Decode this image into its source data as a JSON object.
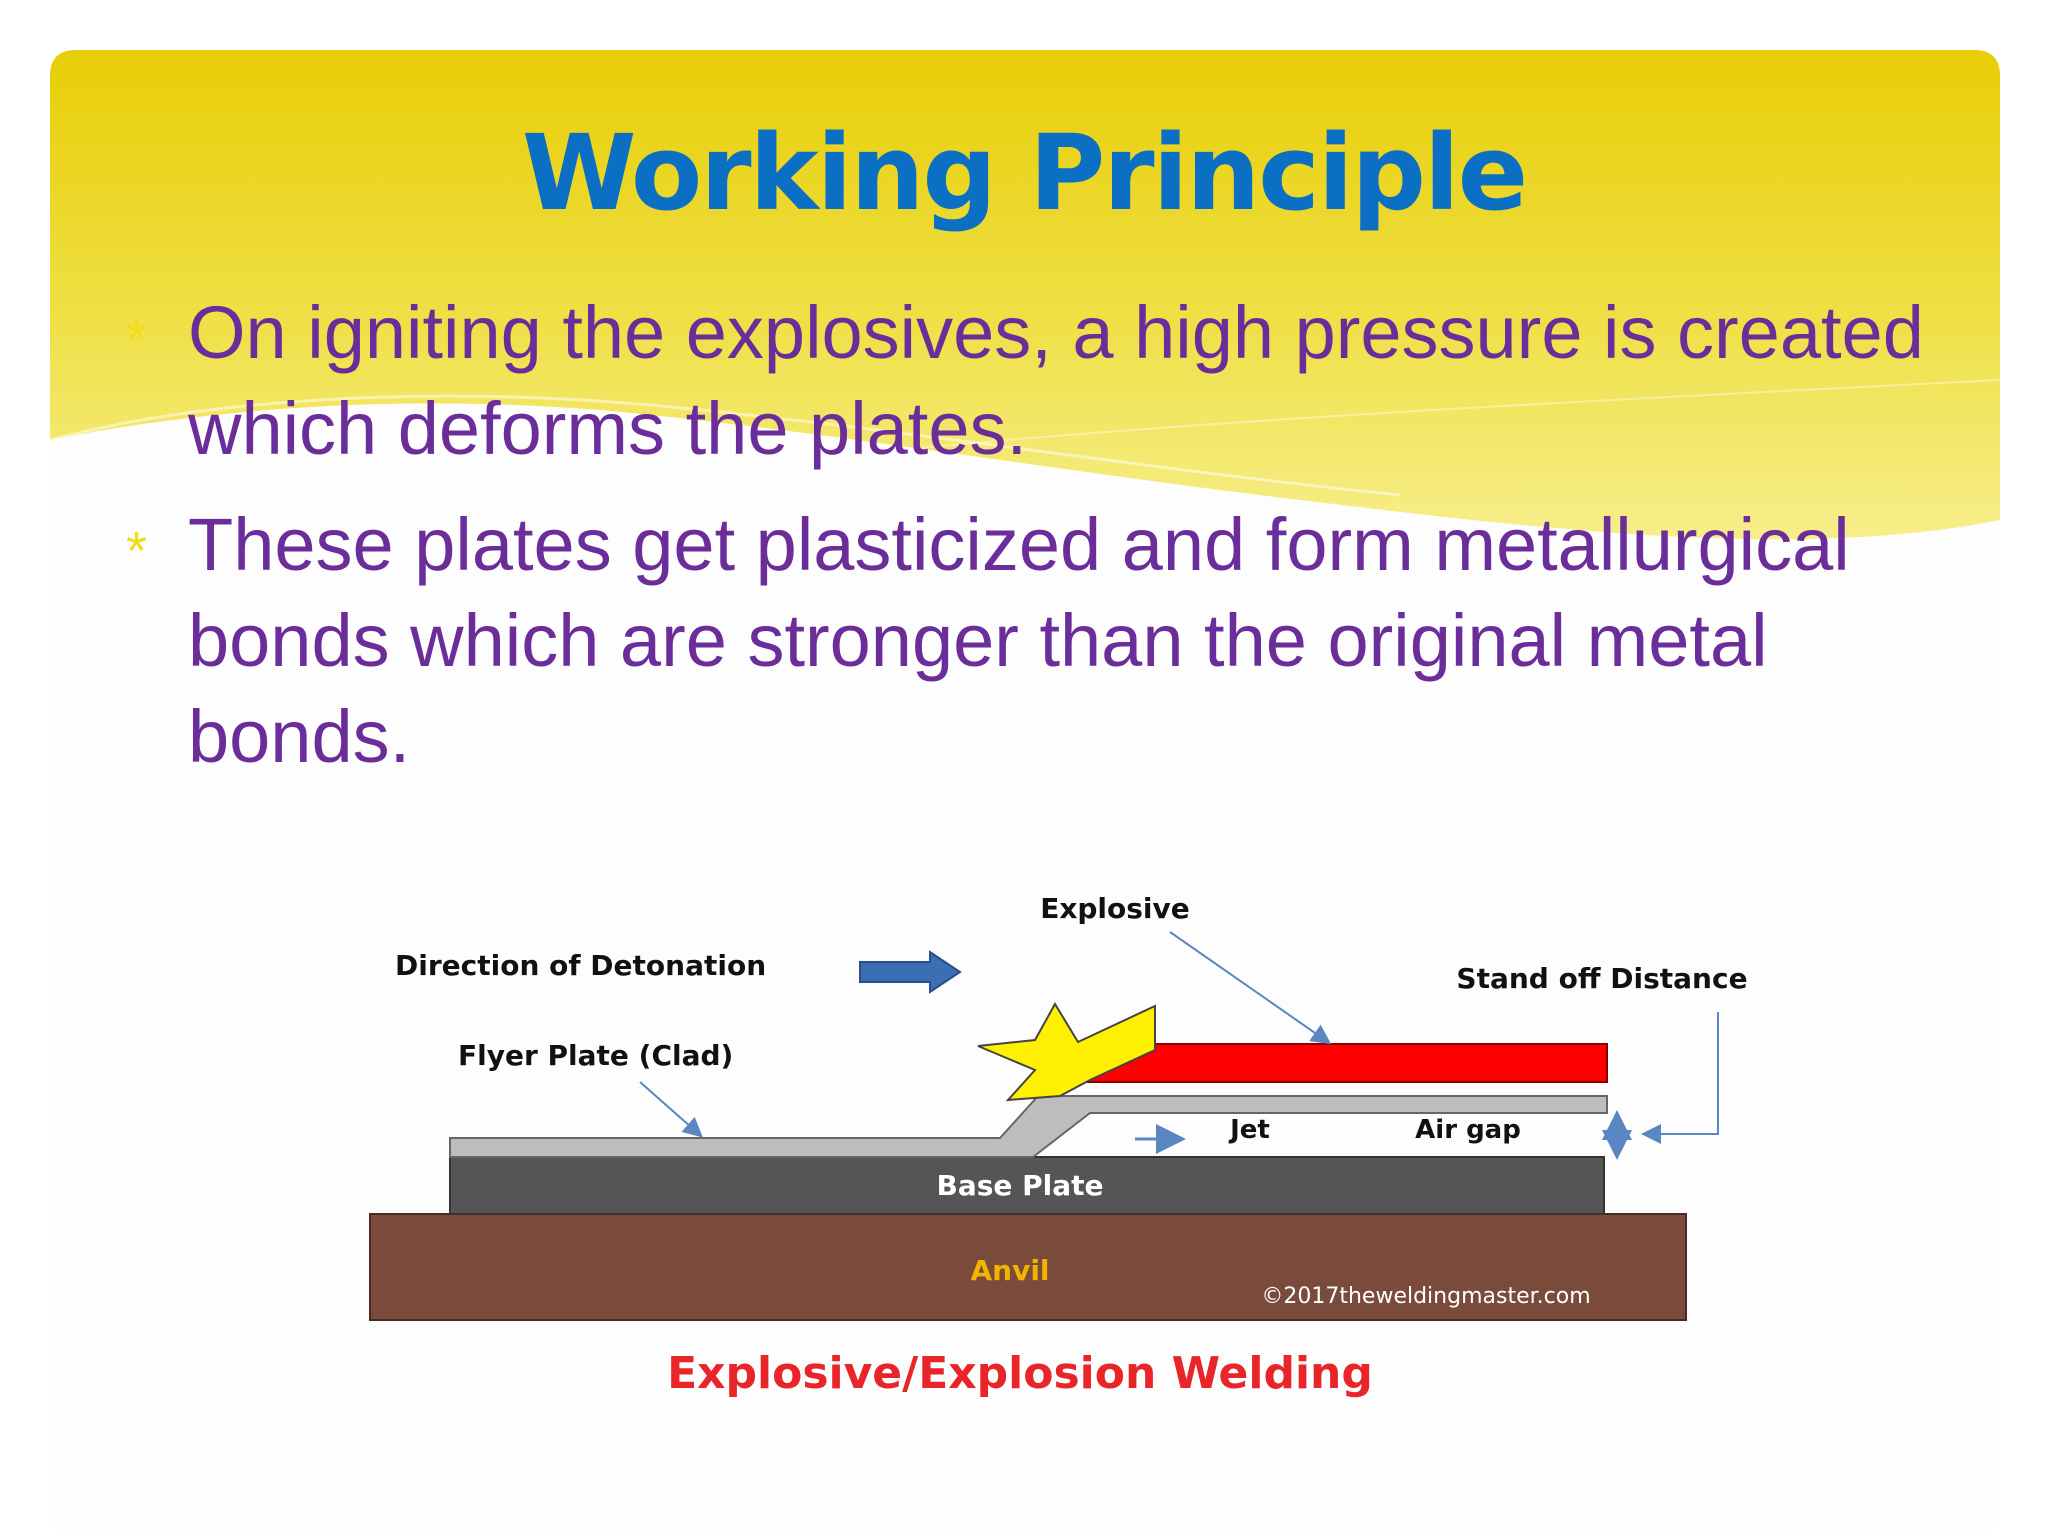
{
  "slide": {
    "title": "Working Principle",
    "bullets": [
      {
        "text": "On igniting the explosives, a high pressure is created which deforms the plates."
      },
      {
        "text": "These plates get plasticized and form metallurgical bonds which are stronger than the original metal bonds."
      }
    ],
    "bullet_marker": "*"
  },
  "diagram": {
    "labels": {
      "direction": "Direction of Detonation",
      "explosive": "Explosive",
      "standoff": "Stand off Distance",
      "flyer": "Flyer Plate (Clad)",
      "jet": "Jet",
      "airgap": "Air gap",
      "base": "Base Plate",
      "anvil": "Anvil",
      "copyright": "©2017theweldingmaster.com"
    },
    "caption": "Explosive/Explosion Welding"
  },
  "colors": {
    "title": "#0b70c4",
    "body_text": "#6b2d9a",
    "header_band": "#ecd51c",
    "explosive": "#ff0000",
    "anvil": "#7a4b3a",
    "base_plate": "#555555",
    "caption": "#e8262a"
  }
}
